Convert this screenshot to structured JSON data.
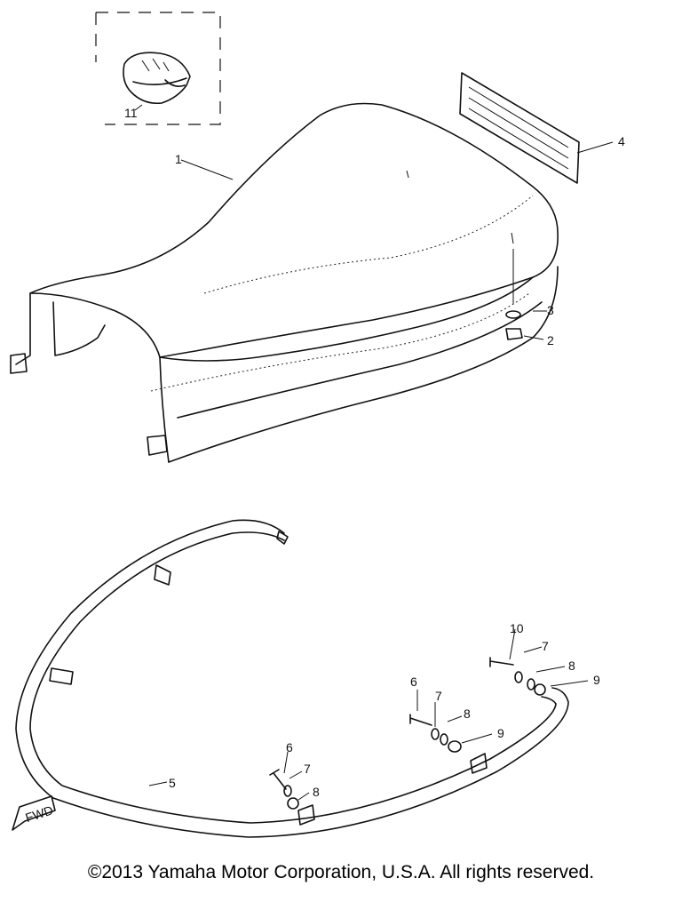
{
  "diagram": {
    "callouts": {
      "part_1": "1",
      "part_2": "2",
      "part_3": "3",
      "part_4": "4",
      "part_5": "5",
      "part_6": "6",
      "part_7": "7",
      "part_8": "8",
      "part_9": "9",
      "part_10": "10",
      "part_11": "11"
    },
    "fwd_label": "FWD"
  },
  "footer": {
    "copyright": "©2013 Yamaha Motor Corporation, U.S.A. All rights reserved."
  }
}
